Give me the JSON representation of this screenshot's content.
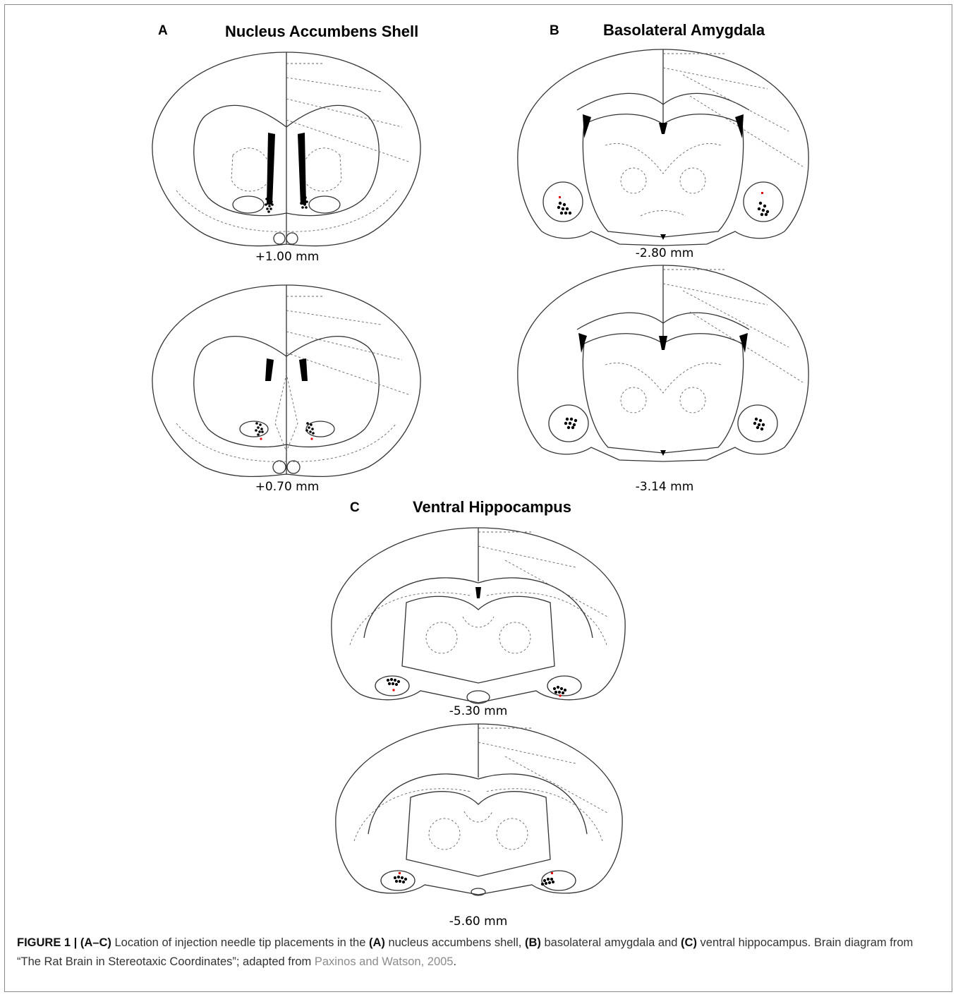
{
  "panels": {
    "A": {
      "letter": "A",
      "title": "Nucleus Accumbens Shell",
      "sections": [
        "+1.00 mm",
        "+0.70 mm"
      ]
    },
    "B": {
      "letter": "B",
      "title": "Basolateral Amygdala",
      "sections": [
        "-2.80 mm",
        "-3.14 mm"
      ]
    },
    "C": {
      "letter": "C",
      "title": "Ventral Hippocampus",
      "sections": [
        "-5.30 mm",
        "-5.60 mm"
      ]
    }
  },
  "caption": {
    "label": "FIGURE 1 | (A–C)",
    "t1": " Location of injection needle tip placements in the ",
    "a": "(A)",
    "t2": " nucleus accumbens shell, ",
    "b": "(B)",
    "t3": " basolateral amygdala and ",
    "c": "(C)",
    "t4": " ventral hippocampus. Brain diagram from “The Rat Brain in Stereotaxic Coordinates”; adapted from ",
    "ref": "Paxinos and Watson, 2005",
    "t5": "."
  },
  "colors": {
    "outline": "#333333",
    "dotted": "#666666",
    "placement": "#000000",
    "misplacement": "#e01010"
  }
}
